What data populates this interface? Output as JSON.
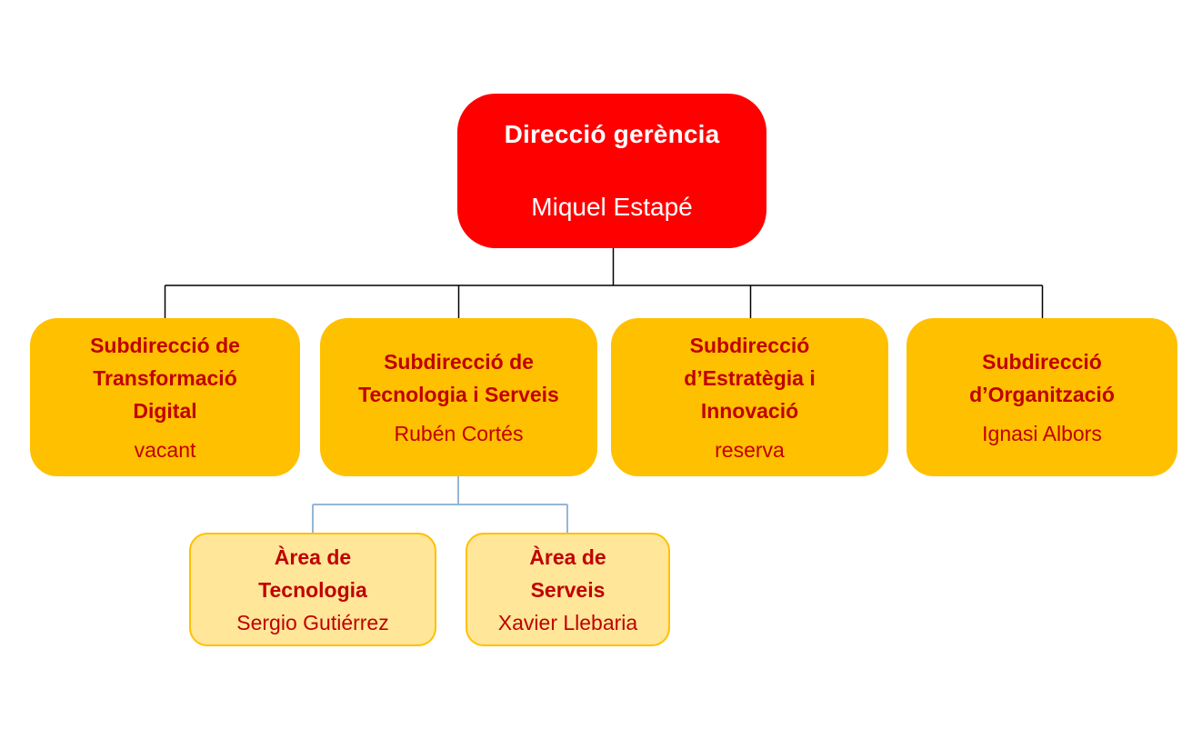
{
  "chart": {
    "type": "org-chart",
    "background": "#FFFFFF",
    "colors": {
      "root_fill": "#FF0000",
      "root_text": "#FFFFFF",
      "level2_fill": "#FFC000",
      "level2_text": "#C00000",
      "level3_fill": "#FFE699",
      "level3_border": "#FFC000",
      "connector_dark": "#000000",
      "connector_blue": "#94B6D7"
    },
    "root": {
      "title": "Direcció gerència",
      "name": "Miquel Estapé"
    },
    "level2": [
      {
        "title": "Subdirecció de Transformació Digital",
        "title_lines": [
          "Subdirecció de",
          "Transformació",
          "Digital"
        ],
        "name": "vacant"
      },
      {
        "title": "Subdirecció de Tecnologia i Serveis",
        "title_lines": [
          "Subdirecció de",
          "Tecnologia i Serveis"
        ],
        "name": "Rubén Cortés"
      },
      {
        "title": "Subdirecció d’Estratègia i Innovació",
        "title_lines": [
          "Subdirecció",
          "d’Estratègia i",
          "Innovació"
        ],
        "name": "reserva"
      },
      {
        "title": "Subdirecció d’Organització",
        "title_lines": [
          "Subdirecció",
          "d’Organització"
        ],
        "name": "Ignasi Albors"
      }
    ],
    "level3": [
      {
        "title": "Àrea de Tecnologia",
        "title_lines": [
          "Àrea de",
          "Tecnologia"
        ],
        "name": "Sergio Gutiérrez"
      },
      {
        "title": "Àrea de Serveis",
        "title_lines": [
          "Àrea de",
          "Serveis"
        ],
        "name": "Xavier Llebaria"
      }
    ]
  }
}
